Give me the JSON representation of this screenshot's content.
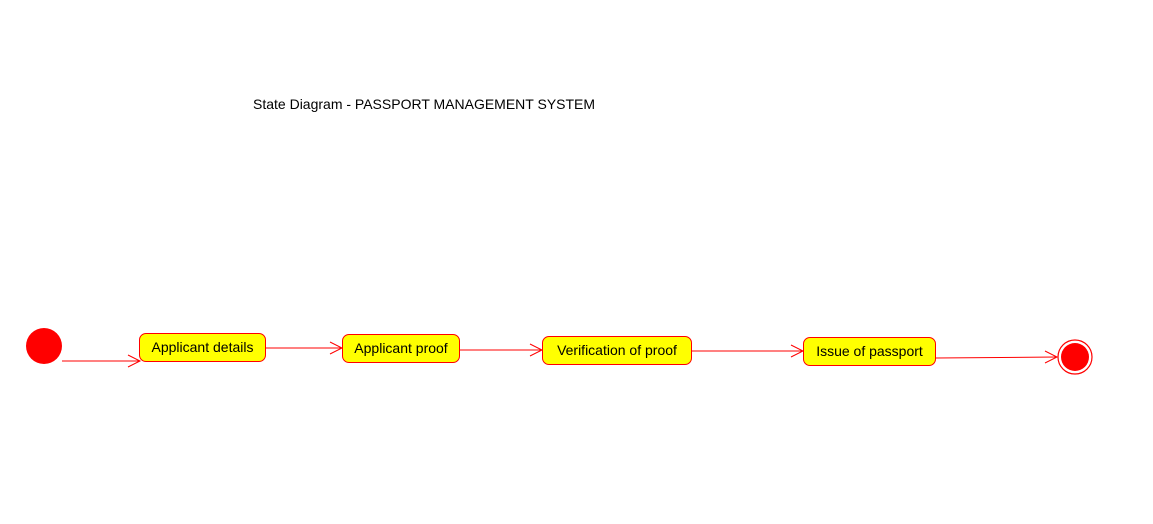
{
  "title": "State Diagram - PASSPORT MANAGEMENT SYSTEM",
  "colors": {
    "state_fill": "#ffff00",
    "state_border": "#ff0000",
    "node_fill": "#ff0000",
    "edge": "#ff0000",
    "text": "#000000"
  },
  "states": [
    {
      "id": "applicant-details",
      "label": "Applicant details"
    },
    {
      "id": "applicant-proof",
      "label": "Applicant proof"
    },
    {
      "id": "verification-of-proof",
      "label": "Verification of proof"
    },
    {
      "id": "issue-of-passport",
      "label": "Issue of passport"
    }
  ],
  "initial_node": {
    "icon": "initial-state-icon"
  },
  "final_node": {
    "icon": "final-state-icon"
  },
  "transitions": [
    {
      "from": "initial",
      "to": "applicant-details"
    },
    {
      "from": "applicant-details",
      "to": "applicant-proof"
    },
    {
      "from": "applicant-proof",
      "to": "verification-of-proof"
    },
    {
      "from": "verification-of-proof",
      "to": "issue-of-passport"
    },
    {
      "from": "issue-of-passport",
      "to": "final"
    }
  ]
}
